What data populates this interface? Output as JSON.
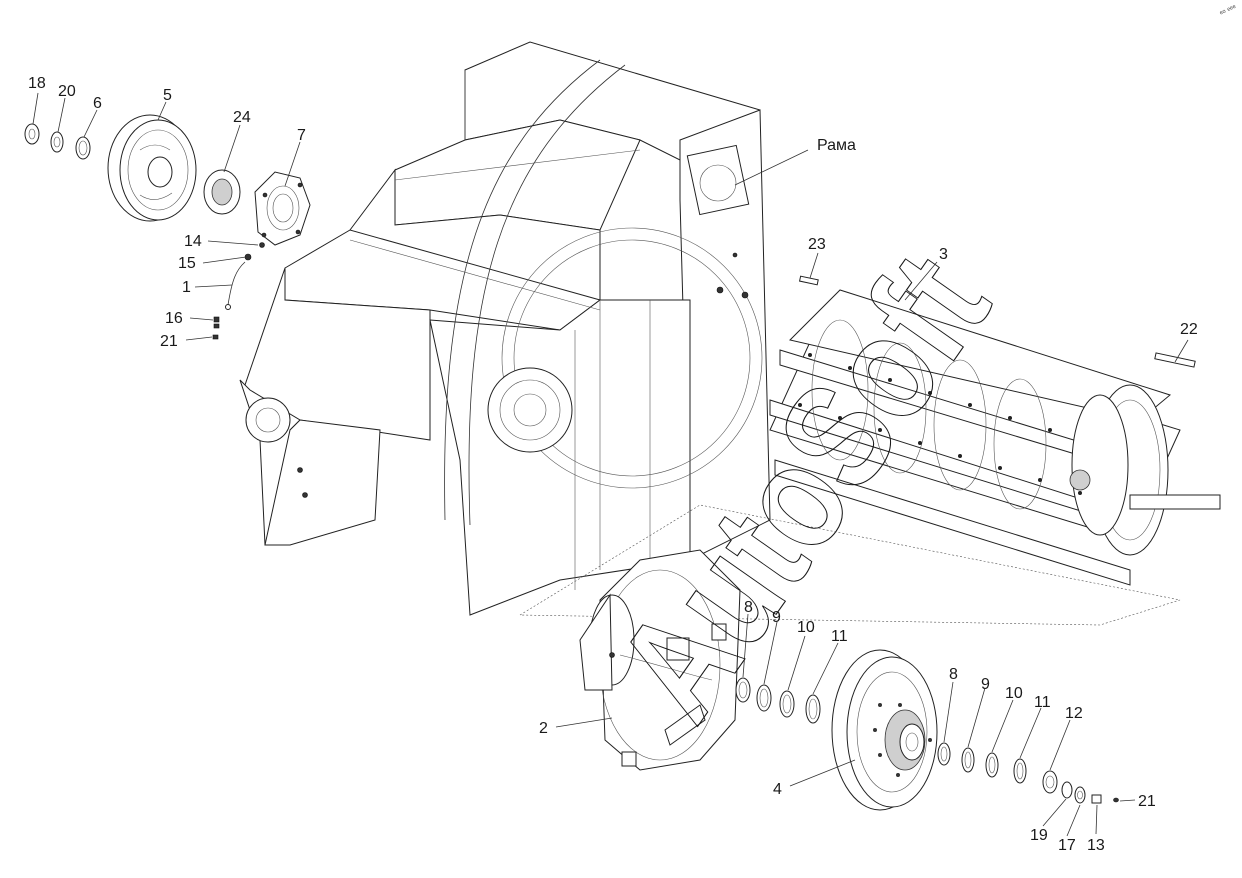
{
  "diagram": {
    "labels": {
      "frame": "Рама",
      "p1": "1",
      "p2": "2",
      "p3": "3",
      "p4": "4",
      "p5": "5",
      "p6": "6",
      "p7": "7",
      "p8a": "8",
      "p9a": "9",
      "p10a": "10",
      "p11a": "11",
      "p8b": "8",
      "p9b": "9",
      "p10b": "10",
      "p11b": "11",
      "p12": "12",
      "p13": "13",
      "p14": "14",
      "p15": "15",
      "p16": "16",
      "p17": "17",
      "p18": "18",
      "p19": "19",
      "p20": "20",
      "p21a": "21",
      "p21b": "21",
      "p22": "22",
      "p23": "23",
      "p24": "24"
    },
    "watermark": "AutoSoft",
    "corner_mark": "ᵉᵒ ᵉᵉᵉ"
  }
}
